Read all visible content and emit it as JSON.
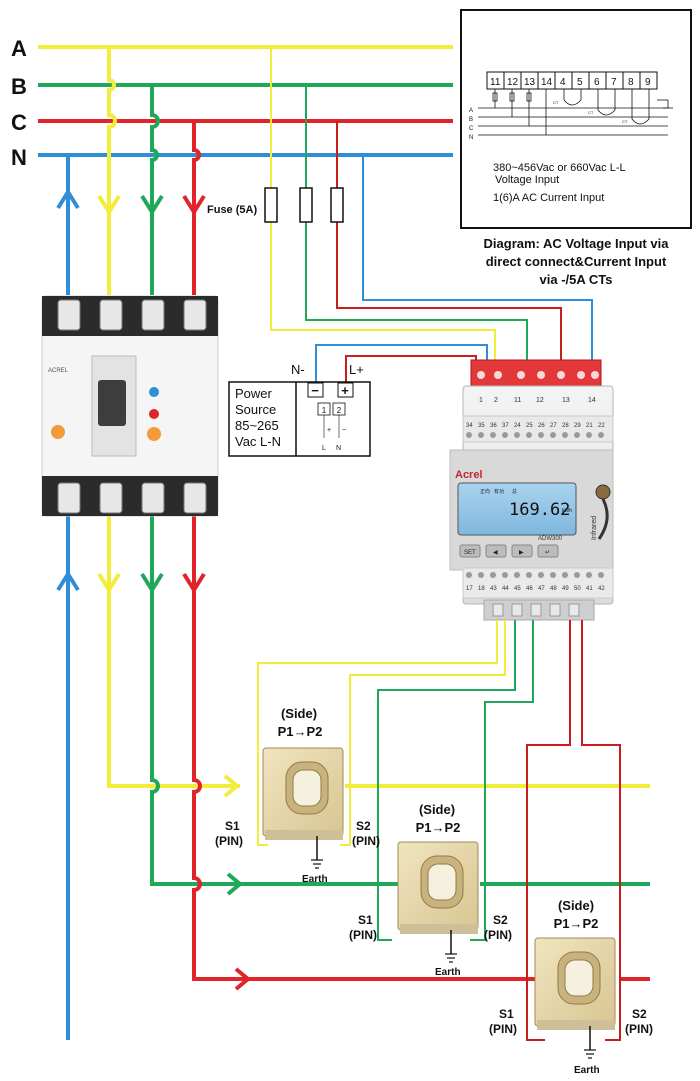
{
  "colors": {
    "phase_a": "#f2ec3a",
    "phase_b": "#1fa85a",
    "phase_c": "#e0242a",
    "neutral": "#2e8fd8",
    "red_wire": "#c81e1e",
    "earth": "#111111"
  },
  "buses": {
    "a": "A",
    "b": "B",
    "c": "C",
    "n": "N"
  },
  "fuse_label": "Fuse (5A)",
  "inset": {
    "terminals": [
      "11",
      "12",
      "13",
      "14",
      "4",
      "5",
      "6",
      "7",
      "8",
      "9"
    ],
    "rail_labels": [
      "A",
      "B",
      "C",
      "N"
    ],
    "ct_labels": [
      "CT",
      "CT",
      "CT"
    ],
    "voltage_text_1": "380~456Vac or 660Vac L-L",
    "voltage_text_2": "Voltage Input",
    "current_text": "1(6)A AC Current Input"
  },
  "caption": {
    "line1": "Diagram: AC Voltage Input via",
    "line2": "direct connect&Current Input",
    "line3": "via -/5A CTs"
  },
  "power_source": {
    "neg_label": "N-",
    "pos_label": "L+",
    "neg_sym": "−",
    "pos_sym": "+",
    "line1": "Power",
    "line2": "Source",
    "line3": "85~265",
    "line4": "Vac L-N",
    "term1": "1",
    "term2": "2",
    "tl": "L",
    "tn": "N",
    "sym_p": "+",
    "sym_m": "−"
  },
  "meter": {
    "brand": "Acrel",
    "model": "ADW300",
    "reading": "169.62",
    "unit": "kWh",
    "infrared": "Infrared",
    "top_terminals": [
      "1",
      "2",
      "11",
      "12",
      "13",
      "14"
    ],
    "mid_terminals": [
      "34",
      "35",
      "36",
      "37",
      "24",
      "25",
      "26",
      "27",
      "28",
      "29",
      "21",
      "22"
    ],
    "bottom_terminals": [
      "17",
      "18",
      "43",
      "44",
      "45",
      "46",
      "47",
      "48",
      "49",
      "50",
      "41",
      "42"
    ],
    "buttons": [
      "SET",
      "◀",
      "▶",
      "↵"
    ],
    "screen_small": [
      "正向",
      "有功",
      "总"
    ]
  },
  "breaker": {
    "brand": "ACREL"
  },
  "cts": [
    {
      "side": "(Side)",
      "dir": "P1→P2",
      "s1a": "S1",
      "s1b": "(PIN)",
      "s2a": "S2",
      "s2b": "(PIN)",
      "earth": "Earth"
    },
    {
      "side": "(Side)",
      "dir": "P1→P2",
      "s1a": "S1",
      "s1b": "(PIN)",
      "s2a": "S2",
      "s2b": "(PIN)",
      "earth": "Earth"
    },
    {
      "side": "(Side)",
      "dir": "P1→P2",
      "s1a": "S1",
      "s1b": "(PIN)",
      "s2a": "S2",
      "s2b": "(PIN)",
      "earth": "Earth"
    }
  ]
}
